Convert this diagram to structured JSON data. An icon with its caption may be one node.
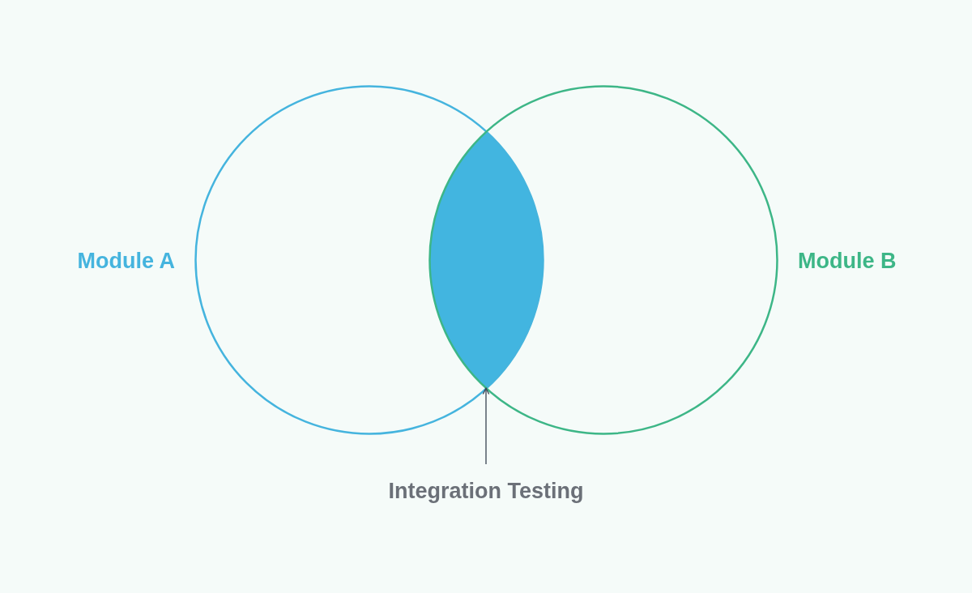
{
  "diagram": {
    "nodes": [
      {
        "text": [
          "Module A"
        ]
      },
      {
        "text": [
          "Module B"
        ]
      },
      {
        "text": [],
        "shape": "lens"
      },
      {
        "text": [
          "Integration Testing"
        ]
      }
    ],
    "edges": [
      {
        "from": 3,
        "to": 2,
        "arrow": "to"
      }
    ]
  }
}
